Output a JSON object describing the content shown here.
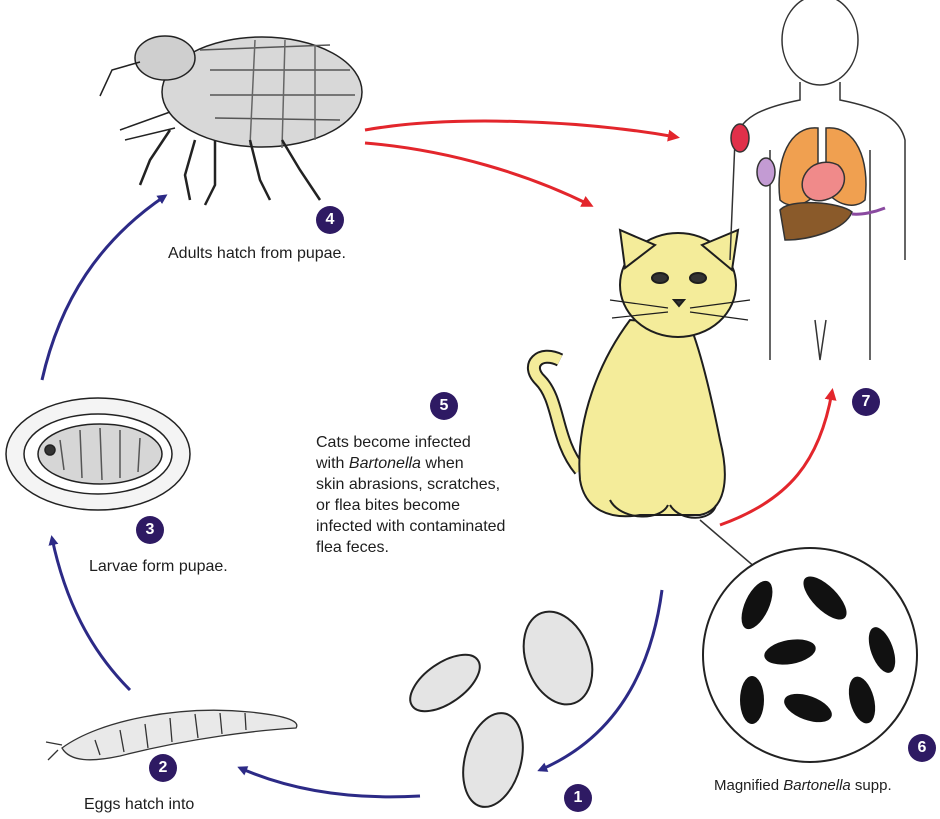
{
  "steps": [
    {
      "number": "1",
      "label": ""
    },
    {
      "number": "2",
      "label": "Eggs hatch into"
    },
    {
      "number": "3",
      "label": "Larvae form pupae."
    },
    {
      "number": "4",
      "label": "Adults hatch from pupae."
    },
    {
      "number": "5",
      "line1": "Cats become infected",
      "line2_prefix": "with ",
      "line2_italic": "Bartonella",
      "line2_suffix": " when",
      "line3": "skin abrasions, scratches,",
      "line4": "or flea bites become",
      "line5": "infected with contaminated",
      "line6": "flea feces."
    },
    {
      "number": "6",
      "label_prefix": "Magnified ",
      "label_italic": "Bartonella",
      "label_suffix": " supp."
    },
    {
      "number": "7",
      "label": ""
    }
  ],
  "colors": {
    "badge": "#2e1a63",
    "cycle_arrow": "#2c2a86",
    "infection_arrow": "#e3262c",
    "cat_fill": "#f4ec9a",
    "lung": "#f0a050",
    "heart": "#f08a8a",
    "liver": "#8a5a2a",
    "spleen": "#c39bd3",
    "lymph_node": "#e0304a",
    "bacteria": "#111111"
  },
  "icons": [
    "flea-icon",
    "pupa-icon",
    "larva-icon",
    "egg-icon",
    "cat-icon",
    "human-body-icon",
    "magnifier-circle-icon"
  ]
}
